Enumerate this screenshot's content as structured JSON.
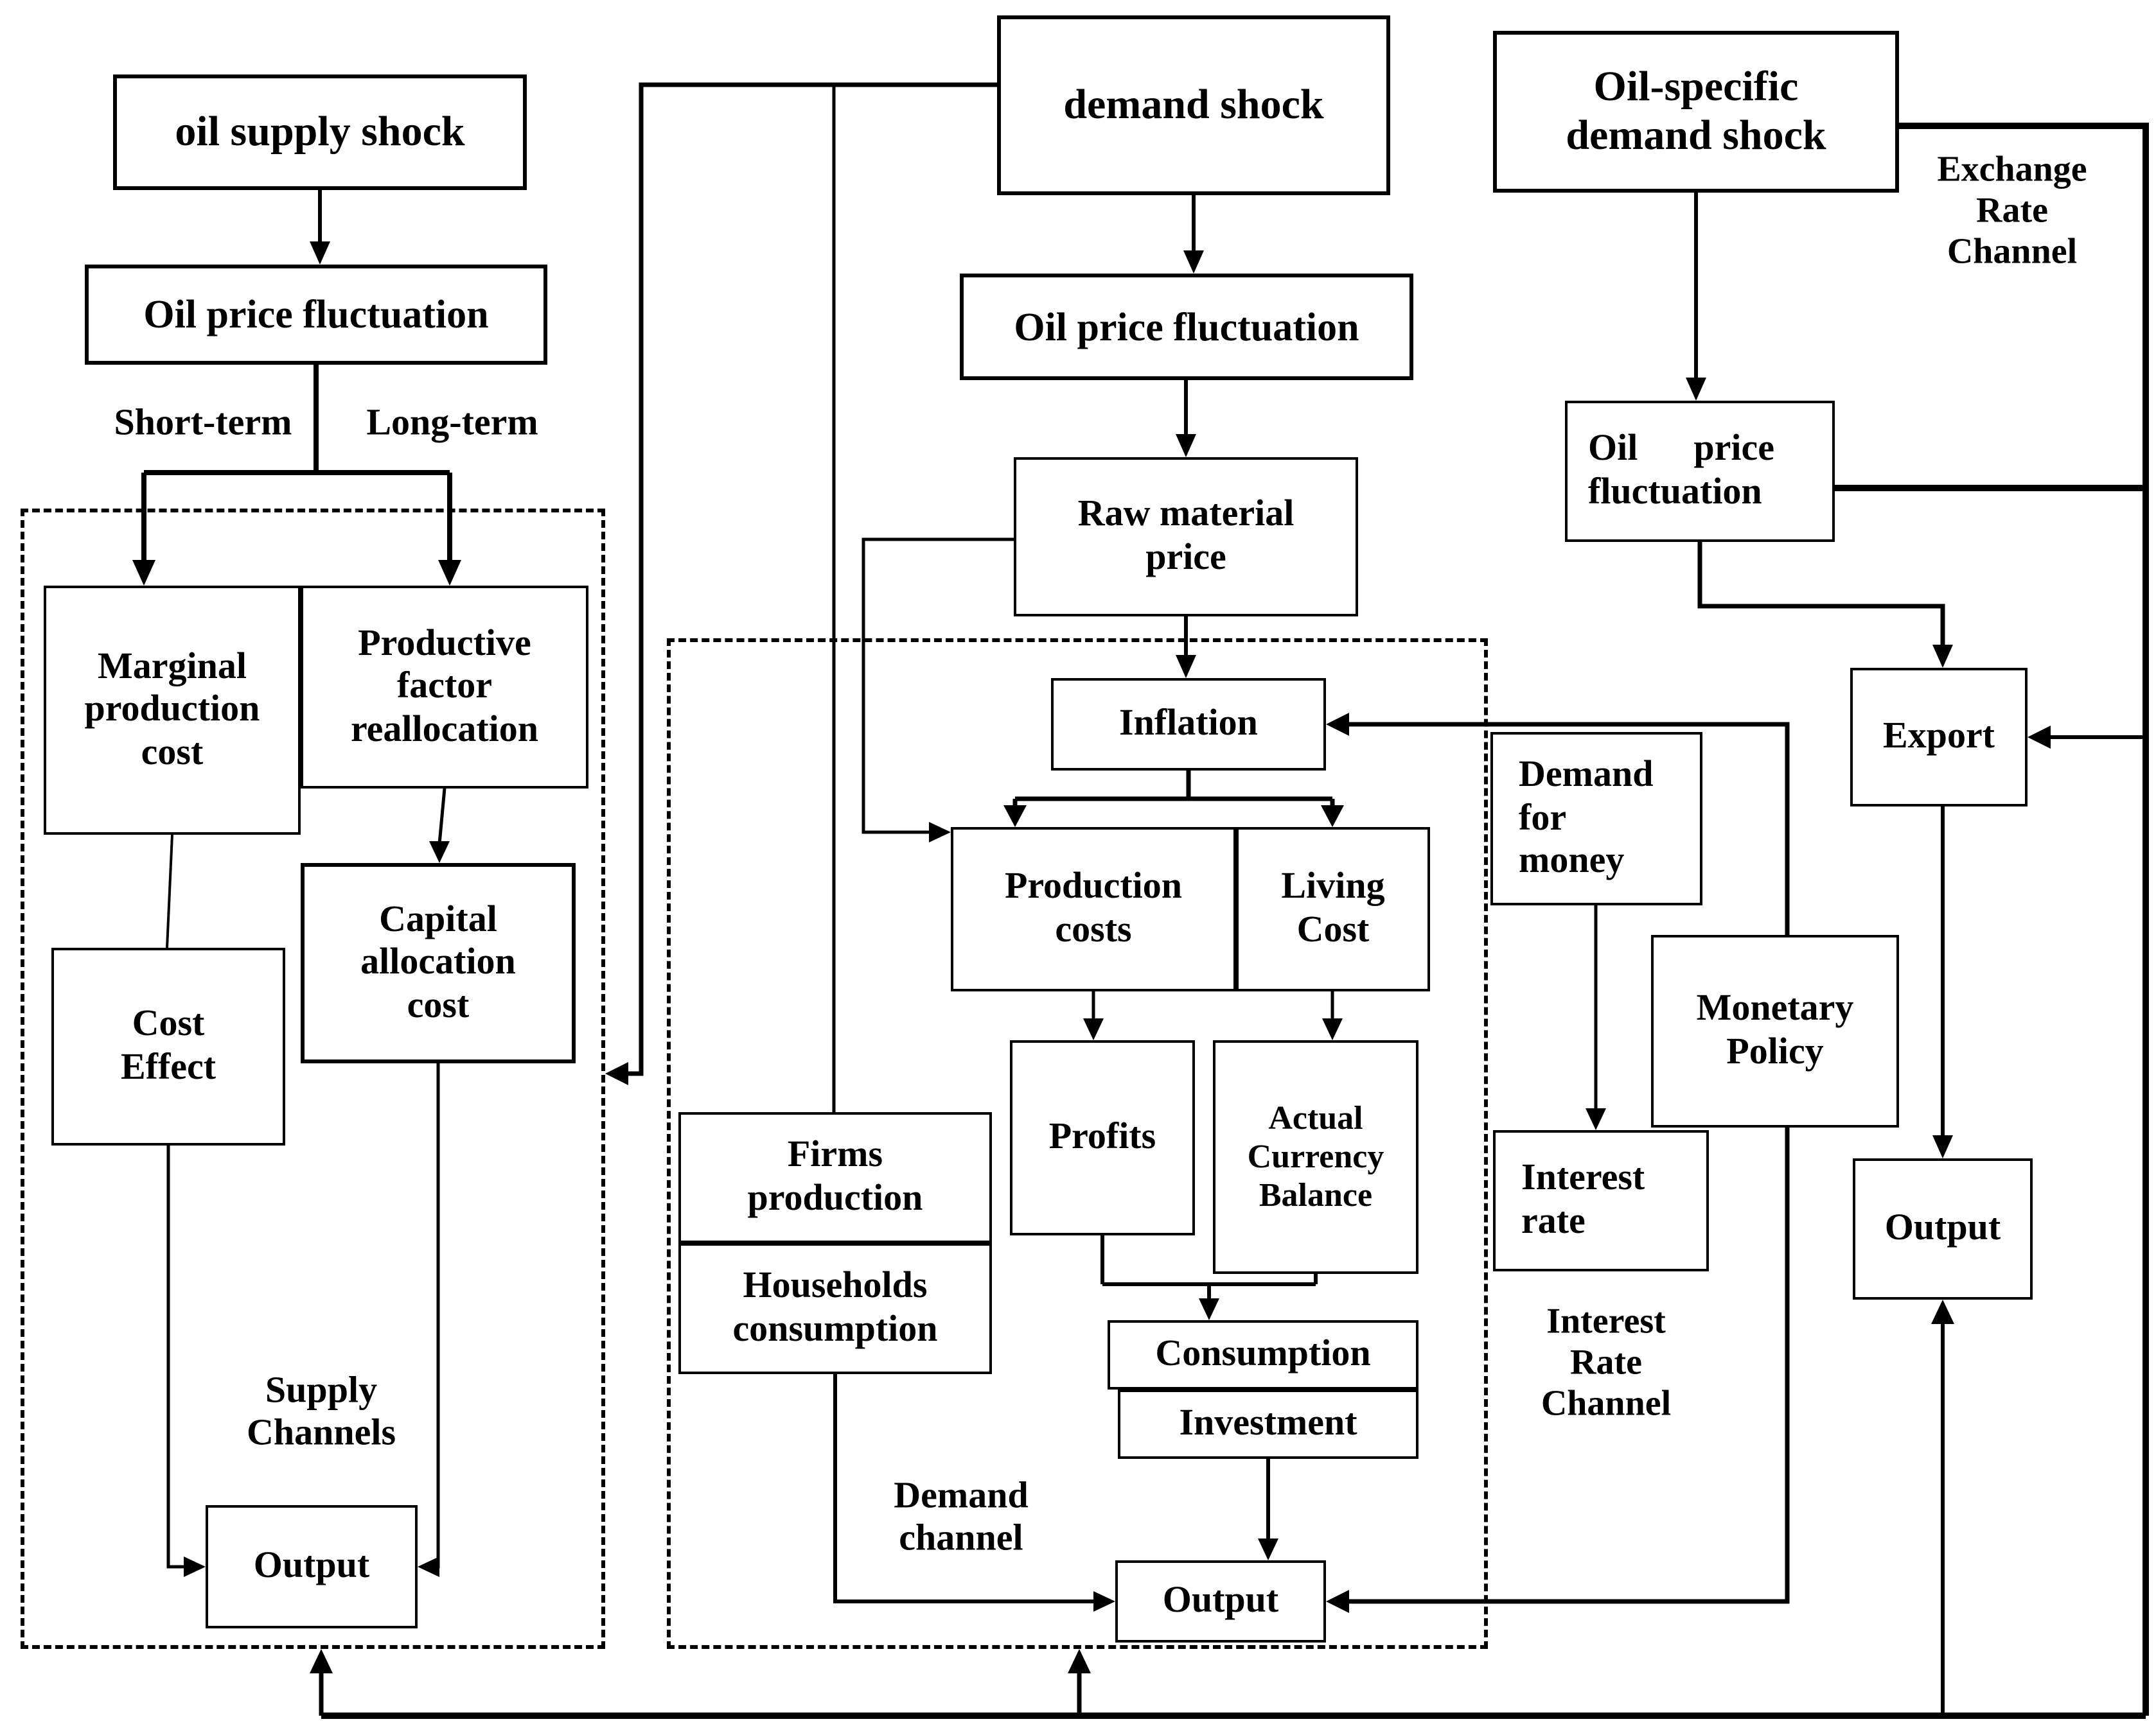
{
  "colors": {
    "ink": "#000000",
    "background": "#ffffff"
  },
  "boxes": {
    "oil_supply_shock": {
      "label": "oil supply shock"
    },
    "oil_price_fluctuation_left": {
      "label": "Oil price fluctuation"
    },
    "marginal_production_cost": {
      "label": "Marginal\nproduction\ncost"
    },
    "productive_factor_reallocation": {
      "label": "Productive\nfactor\nreallocation"
    },
    "cost_effect": {
      "label": "Cost\nEffect"
    },
    "capital_allocation_cost": {
      "label": "Capital\nallocation\ncost"
    },
    "output_supply": {
      "label": "Output"
    },
    "demand_shock": {
      "label": "demand shock"
    },
    "oil_price_fluctuation_mid": {
      "label": "Oil price fluctuation"
    },
    "raw_material_price": {
      "label": "Raw material\nprice"
    },
    "inflation": {
      "label": "Inflation"
    },
    "production_costs": {
      "label": "Production\ncosts"
    },
    "living_cost": {
      "label": "Living\nCost"
    },
    "profits": {
      "label": "Profits"
    },
    "actual_currency_balance": {
      "label": "Actual\nCurrency\nBalance"
    },
    "consumption": {
      "label": "Consumption"
    },
    "investment": {
      "label": "Investment"
    },
    "firms_production": {
      "label": "Firms\nproduction"
    },
    "households_consumption": {
      "label": "Households\nconsumption"
    },
    "output_demand": {
      "label": "Output"
    },
    "oil_specific_demand_shock": {
      "label": "Oil-specific\ndemand shock"
    },
    "oil_price_fluctuation_right": {
      "label": "Oil      price\nfluctuation"
    },
    "export": {
      "label": "Export"
    },
    "output_exchange": {
      "label": "Output"
    },
    "demand_for_money": {
      "label": "Demand\nfor\nmoney"
    },
    "monetary_policy": {
      "label": "Monetary\nPolicy"
    },
    "interest_rate": {
      "label": "Interest\nrate"
    }
  },
  "edge_labels": {
    "short_term": "Short-term",
    "long_term": "Long-term",
    "supply_channels": "Supply\nChannels",
    "demand_channel": "Demand\nchannel",
    "exchange_rate_channel": "Exchange\nRate\nChannel",
    "interest_rate_channel": "Interest\nRate\nChannel"
  }
}
